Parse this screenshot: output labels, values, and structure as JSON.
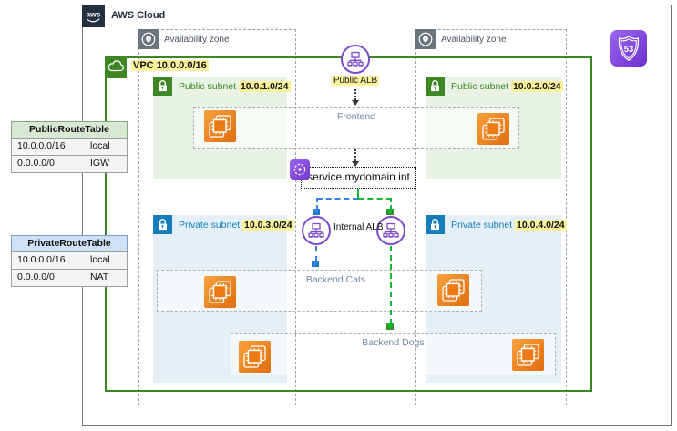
{
  "colors": {
    "cloud-border": "#6f7579",
    "dark-navy": "#232f3e",
    "az-gray": "#6b7580",
    "az-border": "#9aa5b1",
    "vpc-green": "#3f8624",
    "subnet-green-bg": "#e9f3e5",
    "subnet-blue-bg": "#e4eff8",
    "private-blue": "#147eba",
    "hl-yellow": "#fbf29c",
    "alb-purple": "#7c4bc9",
    "arrow-blue": "#3b7deb",
    "arrow-green": "#12b831",
    "tier-text": "#7188a5",
    "stage-border": "#a6b0bc",
    "ec2-orange": "#ed7100",
    "r53-purple": "#8c4fff",
    "rt-pub-hdr-bg": "#d7e9d2",
    "rt-pub-hdr-border": "#84a97f",
    "rt-priv-hdr-bg": "#cee1f5",
    "rt-priv-hdr-border": "#7e9cc8",
    "rt-row-bg": "#f4f4f4",
    "rt-row-border": "#9e9e9e"
  },
  "cloud": {
    "title": "AWS Cloud",
    "logo_text": "aws"
  },
  "route53": {
    "badge": "53"
  },
  "azs": {
    "left": "Availability zone",
    "right": "Availability zone"
  },
  "vpc": {
    "label": "VPC",
    "cidr": "10.0.0.0/16"
  },
  "subnets": {
    "public_left": {
      "label": "Public subnet",
      "cidr": "10.0.1.0/24"
    },
    "public_right": {
      "label": "Public subnet",
      "cidr": "10.0.2.0/24"
    },
    "private_left": {
      "label": "Private subnet",
      "cidr": "10.0.3.0/24"
    },
    "private_right": {
      "label": "Private subnet",
      "cidr": "10.0.4.0/24"
    }
  },
  "balancers": {
    "public": "Public ALB",
    "internal": "Internal ALB"
  },
  "dns": {
    "service_domain": "service.mydomain.int"
  },
  "tiers": {
    "frontend": "Frontend",
    "backend_cats": "Backend Cats",
    "backend_dogs": "Backend Dogs"
  },
  "route_tables": {
    "public": {
      "title": "PublicRouteTable",
      "rows": [
        [
          "10.0.0.0/16",
          "local"
        ],
        [
          "0.0.0.0/0",
          "IGW"
        ]
      ]
    },
    "private": {
      "title": "PrivateRouteTable",
      "rows": [
        [
          "10.0.0.0/16",
          "local"
        ],
        [
          "0.0.0.0/0",
          "NAT"
        ]
      ]
    }
  }
}
